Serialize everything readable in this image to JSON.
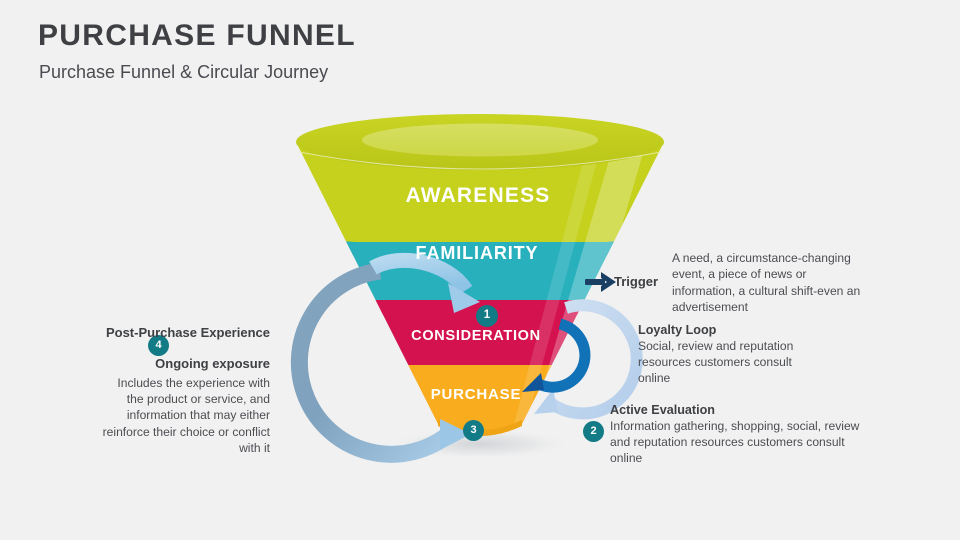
{
  "header": {
    "title": "PURCHASE FUNNEL",
    "subtitle": "Purchase Funnel & Circular Journey"
  },
  "funnel": {
    "stages": [
      {
        "label": "AWARENESS",
        "color": "#c5d11d"
      },
      {
        "label": "FAMILIARITY",
        "color": "#28b0bd"
      },
      {
        "label": "CONSIDERATION",
        "color": "#d4124f"
      },
      {
        "label": "PURCHASE",
        "color": "#f9ad1e"
      }
    ]
  },
  "badges": {
    "one": "1",
    "two": "2",
    "three": "3",
    "four": "4"
  },
  "trigger": {
    "label": "Trigger",
    "text": "A need, a circumstance-changing event, a piece of news or information, a cultural shift-even an advertisement"
  },
  "loyalty_loop": {
    "title": "Loyalty Loop",
    "text": "Social, review and reputation resources customers consult online"
  },
  "active_evaluation": {
    "title": "Active Evaluation",
    "text": "Information gathering, shopping, social, review and reputation resources customers consult online"
  },
  "post_purchase": {
    "title": "Post-Purchase Experience",
    "subtitle": "Ongoing exposure",
    "text": "Includes the experience with the product or service, and information that may either reinforce their choice or conflict with it"
  },
  "colors": {
    "background": "#f1f1f1",
    "text_dark": "#3f4044",
    "text_body": "#4c4d52",
    "badge_teal": "#127b86",
    "arrow_navy": "#1b4a72",
    "arrow_blue": "#1272b8",
    "arrow_lightblue": "#9fc9e8",
    "loop_steel": "#7ea3bd"
  }
}
